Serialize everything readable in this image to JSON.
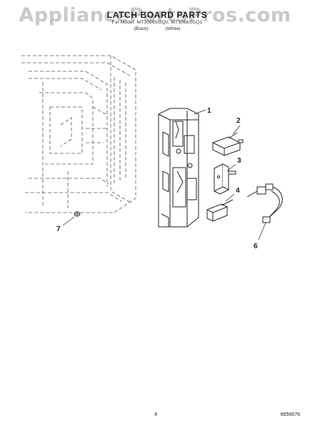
{
  "watermark": "AppliancePartsPros.com",
  "header": {
    "title": "LATCH BOARD PARTS",
    "subtitle": "For Model: MT1066SGQ0, MT1066SGQ1",
    "subtitle2": "(Black) (White)"
  },
  "callouts": [
    "1",
    "2",
    "3",
    "4",
    "6",
    "7"
  ],
  "footer": {
    "page_number": "4",
    "doc_code": "8656676"
  }
}
